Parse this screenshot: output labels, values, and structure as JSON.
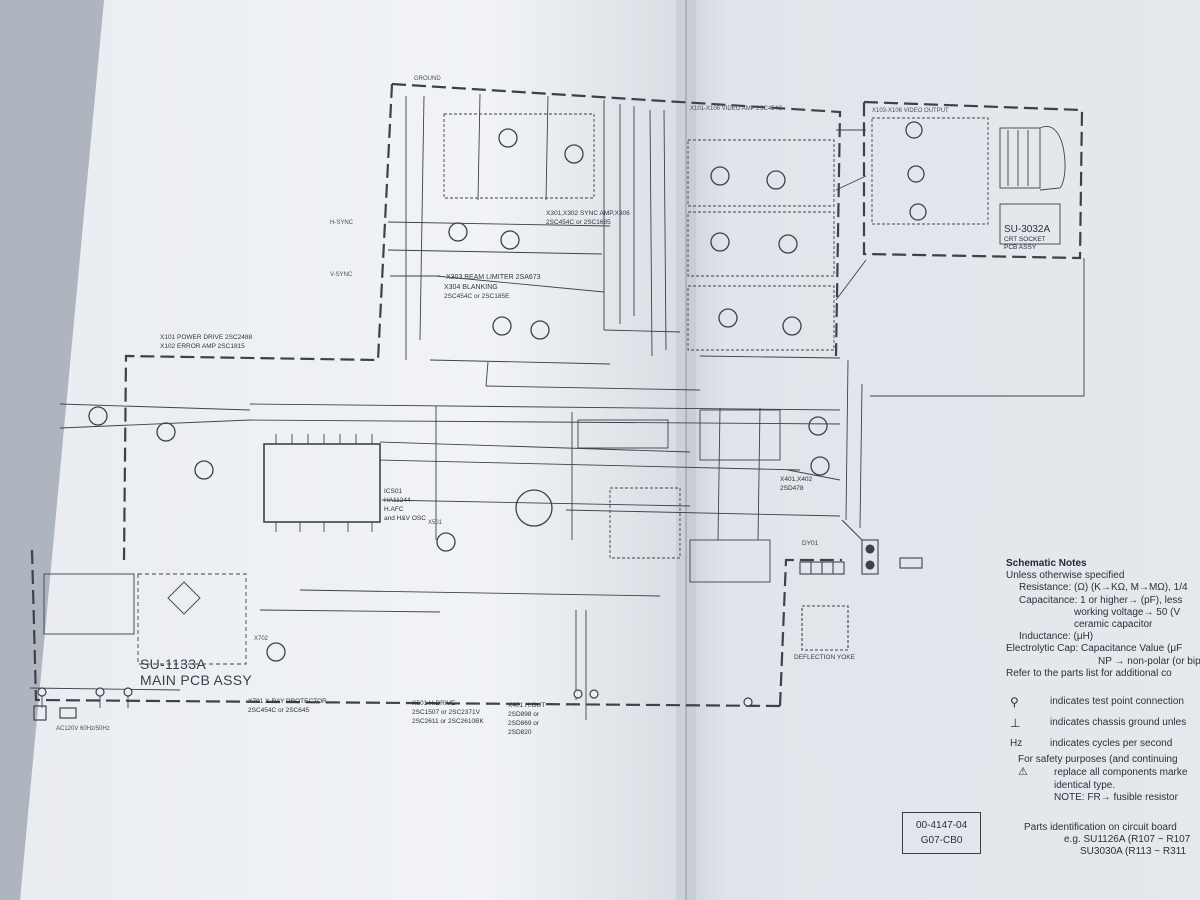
{
  "photo": {
    "subject": "Open service manual showing a TV circuit schematic",
    "colors": {
      "background": "#b9c0c9",
      "paper_left": "#eef0f4",
      "paper_right": "#e3e7ed",
      "ink": "#3a3e46"
    }
  },
  "schematic": {
    "upper_blocks": {
      "labels": [
        {
          "text": "X303 BEAM LIMITER 2SA673"
        },
        {
          "text": "X304 BLANKING"
        },
        {
          "text": "2SC454C or 2SC185E"
        },
        {
          "text": "X301,X302 SYNC AMP,X306"
        },
        {
          "text": "2SC454C or 2SC1685"
        },
        {
          "text": "X101 POWER DRIVE 2SC2488"
        },
        {
          "text": "X102 ERROR AMP 2SC1815"
        },
        {
          "text": "SU-3032A"
        },
        {
          "text": "CRT SOCKET"
        },
        {
          "text": "PCB ASSY"
        },
        {
          "text": "X101-X106 VIDEO AMP 2SC454C"
        },
        {
          "text": "X103-X106 VIDEO OUTPUT"
        },
        {
          "text": "GROUND"
        },
        {
          "text": "H-SYNC"
        },
        {
          "text": "V-SYNC"
        },
        {
          "text": "ICS01"
        },
        {
          "text": "HA11244"
        },
        {
          "text": "H.AFC"
        },
        {
          "text": "and H&V OSC"
        }
      ]
    },
    "main_board": {
      "title_lines": [
        "SU-1133A",
        "MAIN PCB ASSY"
      ],
      "transistor_labels": [
        {
          "text": "X701 X-RAY PROTECTOR"
        },
        {
          "text": "2SC454C or 2SC645"
        },
        {
          "text": "X501 H.DRIVE"
        },
        {
          "text": "2SC1507 or 2SC2371V"
        },
        {
          "text": "2SC2611 or 2SC2610BK"
        },
        {
          "text": "X401 H.OUT"
        },
        {
          "text": "2SD898 or"
        },
        {
          "text": "2SD869 or"
        },
        {
          "text": "2SD820"
        },
        {
          "text": "X401,X402"
        },
        {
          "text": "2SD478"
        },
        {
          "text": "X702"
        },
        {
          "text": "X501"
        }
      ],
      "power_label": "AC120V 60Hz/50Hz",
      "deflection": {
        "ref": "DY01",
        "name": "DEFLECTION YOKE"
      }
    },
    "notes": {
      "title": "Schematic Notes",
      "lines": [
        "Unless otherwise specified",
        "Resistance: (Ω) (K→KΩ, M→MΩ), 1/4",
        "Capacitance: 1 or higher→ (pF), less",
        "working voltage→ 50 (V",
        "ceramic capacitor",
        "Inductance: (μH)",
        "Electrolytic Cap: Capacitance Value (μF",
        "NP → non-polar (or bipo",
        "Refer to the parts list for additional co",
        "indicates test point connection",
        "indicates chassis ground unles",
        "indicates cycles per second",
        "For safety purposes (and continuing",
        "replace all components marke",
        "identical type.",
        "NOTE: FR→ fusible resistor",
        "Parts identification on circuit board",
        "e.g. SU1126A (R107 ~ R107",
        "SU3030A (R113 ~ R311"
      ],
      "hz": "Hz",
      "code_box": [
        "00-4147-04",
        "G07-CB0"
      ]
    }
  }
}
